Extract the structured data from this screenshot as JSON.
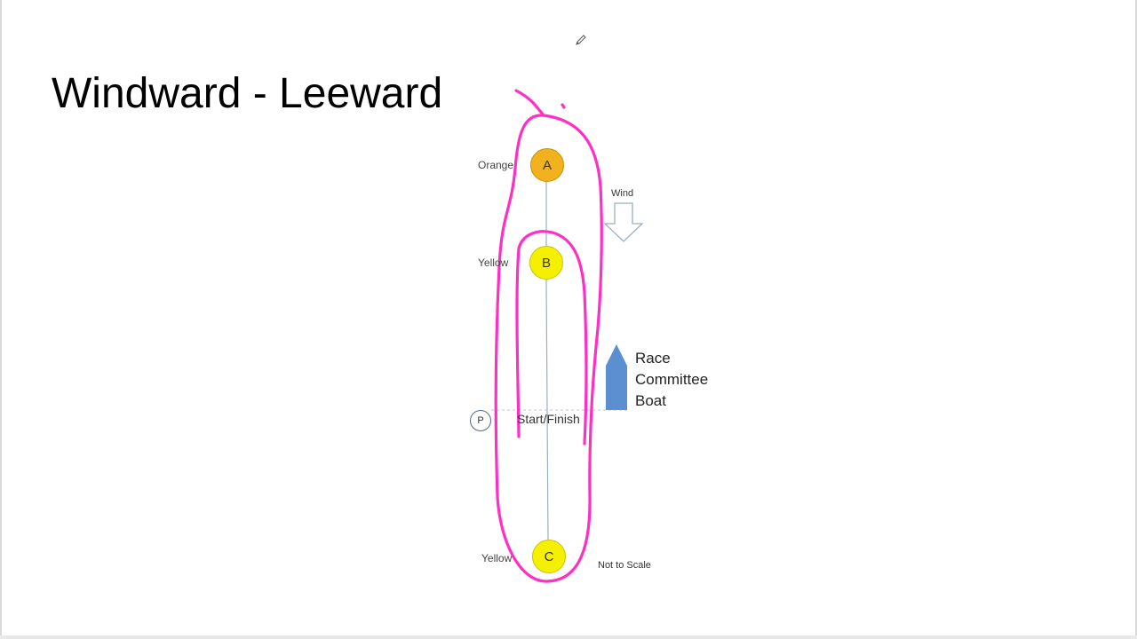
{
  "slide": {
    "title": "Windward - Leeward"
  },
  "diagram": {
    "marks": [
      {
        "letter": "A",
        "color_name": "Orange",
        "fill": "#f2b21e"
      },
      {
        "letter": "B",
        "color_name": "Yellow",
        "fill": "#f5f000"
      },
      {
        "letter": "C",
        "color_name": "Yellow",
        "fill": "#f5f000"
      }
    ],
    "wind_label": "Wind",
    "pin_label": "P",
    "start_finish_label": "Start/Finish",
    "race_committee_boat": [
      "Race",
      "Committee",
      "Boat"
    ],
    "not_to_scale": "Not to Scale"
  },
  "colors": {
    "annotation_ink": "#ff2fc6",
    "committee_boat": "#5b8fd1",
    "course_line": "#9ab0c4"
  }
}
